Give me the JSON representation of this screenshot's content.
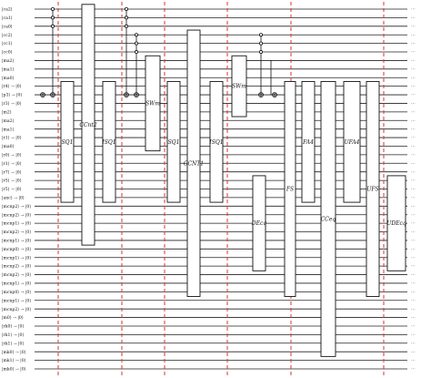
{
  "qubit_labels": [
    "|ca2⟩",
    "|ca1⟩",
    "|ca0⟩",
    "|cc2⟩",
    "|cc1⟩",
    "|cc0⟩",
    "|ma2⟩",
    "|ma1⟩",
    "|ma0⟩",
    "|r4⟩ → |0⟩",
    "|p3⟩ → |0⟩",
    "|r3⟩ → |0⟩",
    "|m2⟩",
    "|ma2⟩",
    "|ma1⟩",
    "|r1⟩ → |0⟩",
    "|ma0⟩",
    "|r0⟩ → |0⟩",
    "|r1⟩ → |0⟩",
    "|r7⟩ → |0⟩",
    "|r5⟩ → |0⟩",
    "|r5⟩ → |0⟩",
    "|anc⟩ → |0⟩",
    "|mcnp2⟩ → |0⟩",
    "|mcnp2⟩ → |0⟩",
    "|mcnp1⟩ → |0⟩",
    "|mcnp2⟩ → |0⟩",
    "|mcnp1⟩ → |0⟩",
    "|mcnp0⟩ → |0⟩",
    "|mcnp1⟩ → |0⟩",
    "|mcnp2⟩ → |0⟩",
    "|mcnp2⟩ → |0⟩",
    "|mcnp1⟩ → |0⟩",
    "|mcnp0⟩ → |0⟩",
    "|mcnp1⟩ → |0⟩",
    "|mcnp2⟩ → |0⟩",
    "|m0⟩ → |0⟩",
    "|rk0⟩ → |0⟩",
    "|rk1⟩ → |0⟩",
    "|rk1⟩ → |0⟩",
    "|mk0⟩ → |0⟩",
    "|mk1⟩ → |0⟩",
    "|mk0⟩ → |0⟩"
  ],
  "tail_glyph": "···",
  "gates": [
    {
      "label": "SQ1"
    },
    {
      "label": "CCnt2"
    },
    {
      "label": "ISQ1"
    },
    {
      "label": "SWm"
    },
    {
      "label": "SQ1"
    },
    {
      "label": "CCNT1"
    },
    {
      "label": "ISQ1"
    },
    {
      "label": "SWm"
    },
    {
      "label": "DEcq"
    },
    {
      "label": "FS"
    },
    {
      "label": "FA4"
    },
    {
      "label": "CCeq"
    },
    {
      "label": "UFA4"
    },
    {
      "label": "UFS"
    },
    {
      "label": "UDEcq"
    }
  ]
}
